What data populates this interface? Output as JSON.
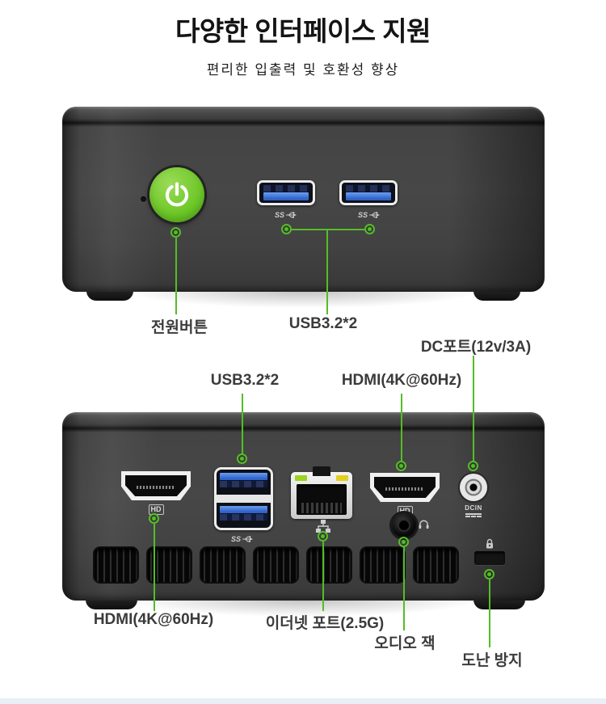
{
  "header": {
    "title": "다양한 인터페이스 지원",
    "subtitle": "편리한 입출력 및 호환성 향상"
  },
  "front": {
    "callouts": [
      {
        "label": "전원버튼"
      },
      {
        "label": "USB3.2*2"
      }
    ],
    "usb_ss_badge": "SS"
  },
  "rear": {
    "callouts_top": [
      {
        "label": "USB3.2*2"
      },
      {
        "label": "HDMI(4K@60Hz)"
      },
      {
        "label": "DC포트(12v/3A)"
      }
    ],
    "callouts_bottom": [
      {
        "label": "HDMI(4K@60Hz)"
      },
      {
        "label": "이더넷 포트(2.5G)"
      },
      {
        "label": "오디오 잭"
      },
      {
        "label": "도난 방지"
      }
    ],
    "hd_badge": "HD",
    "dcin_label": "DCIN",
    "usb_ss_badge": "SS"
  },
  "colors": {
    "accent_green": "#54bd27",
    "power_button_green": "#6fc829",
    "usb_blue": "#2e62ca",
    "ethernet_led_green": "#9ad41d",
    "ethernet_led_yellow": "#e3cf1e",
    "chassis_gray": "#474747",
    "footer_bar": "#e9eff5"
  },
  "icons": [
    "power-icon",
    "usb-ss-icon",
    "usb-trident-icon",
    "ethernet-icon",
    "headphones-icon",
    "padlock-icon",
    "hd-badge",
    "callout-marker"
  ]
}
